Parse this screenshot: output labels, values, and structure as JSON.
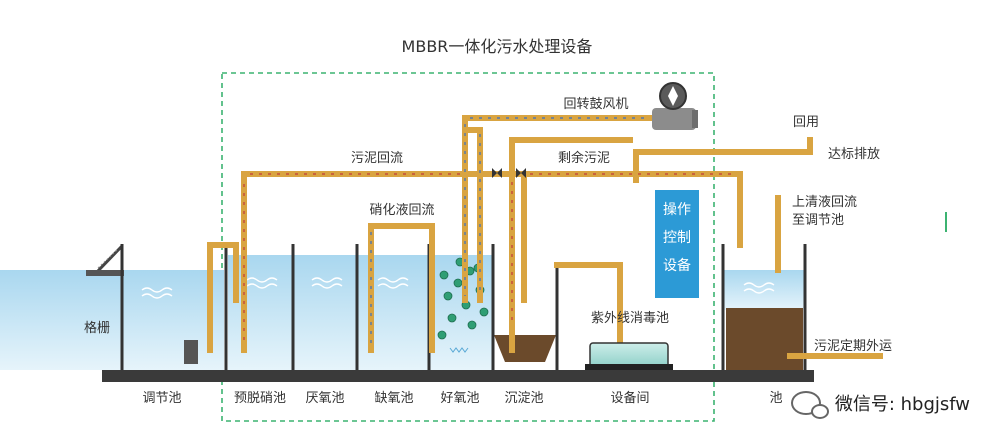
{
  "title": "MBBR一体化污水处理设备",
  "labels": {
    "blower": "回转鼓风机",
    "sludge_return": "污泥回流",
    "excess_sludge": "剩余污泥",
    "reuse": "回用",
    "discharge": "达标排放",
    "supernatant_return_1": "上清液回流",
    "supernatant_return_2": "至调节池",
    "nitrate_return": "硝化液回流",
    "control_1": "操作",
    "control_2": "控制",
    "control_3": "设备",
    "uv_tank": "紫外线消毒池",
    "grille": "格栅",
    "sludge_out": "污泥定期外运"
  },
  "tanks": {
    "regulating": "调节池",
    "predenitrification": "预脱硝池",
    "anaerobic": "厌氧池",
    "anoxic": "缺氧池",
    "aerobic": "好氧池",
    "sedimentation": "沉淀池",
    "equipment_room": "设备间",
    "sludge_tank": "池"
  },
  "watermark": "微信号: hbgjsfw",
  "colors": {
    "pipe": "#d9a441",
    "water": "#bfe1f2",
    "control_box": "#2c9ad6",
    "boundary": "#3cb371",
    "sludge": "#6b4a2b",
    "wall": "#333333",
    "floor": "#3a3a3a"
  }
}
